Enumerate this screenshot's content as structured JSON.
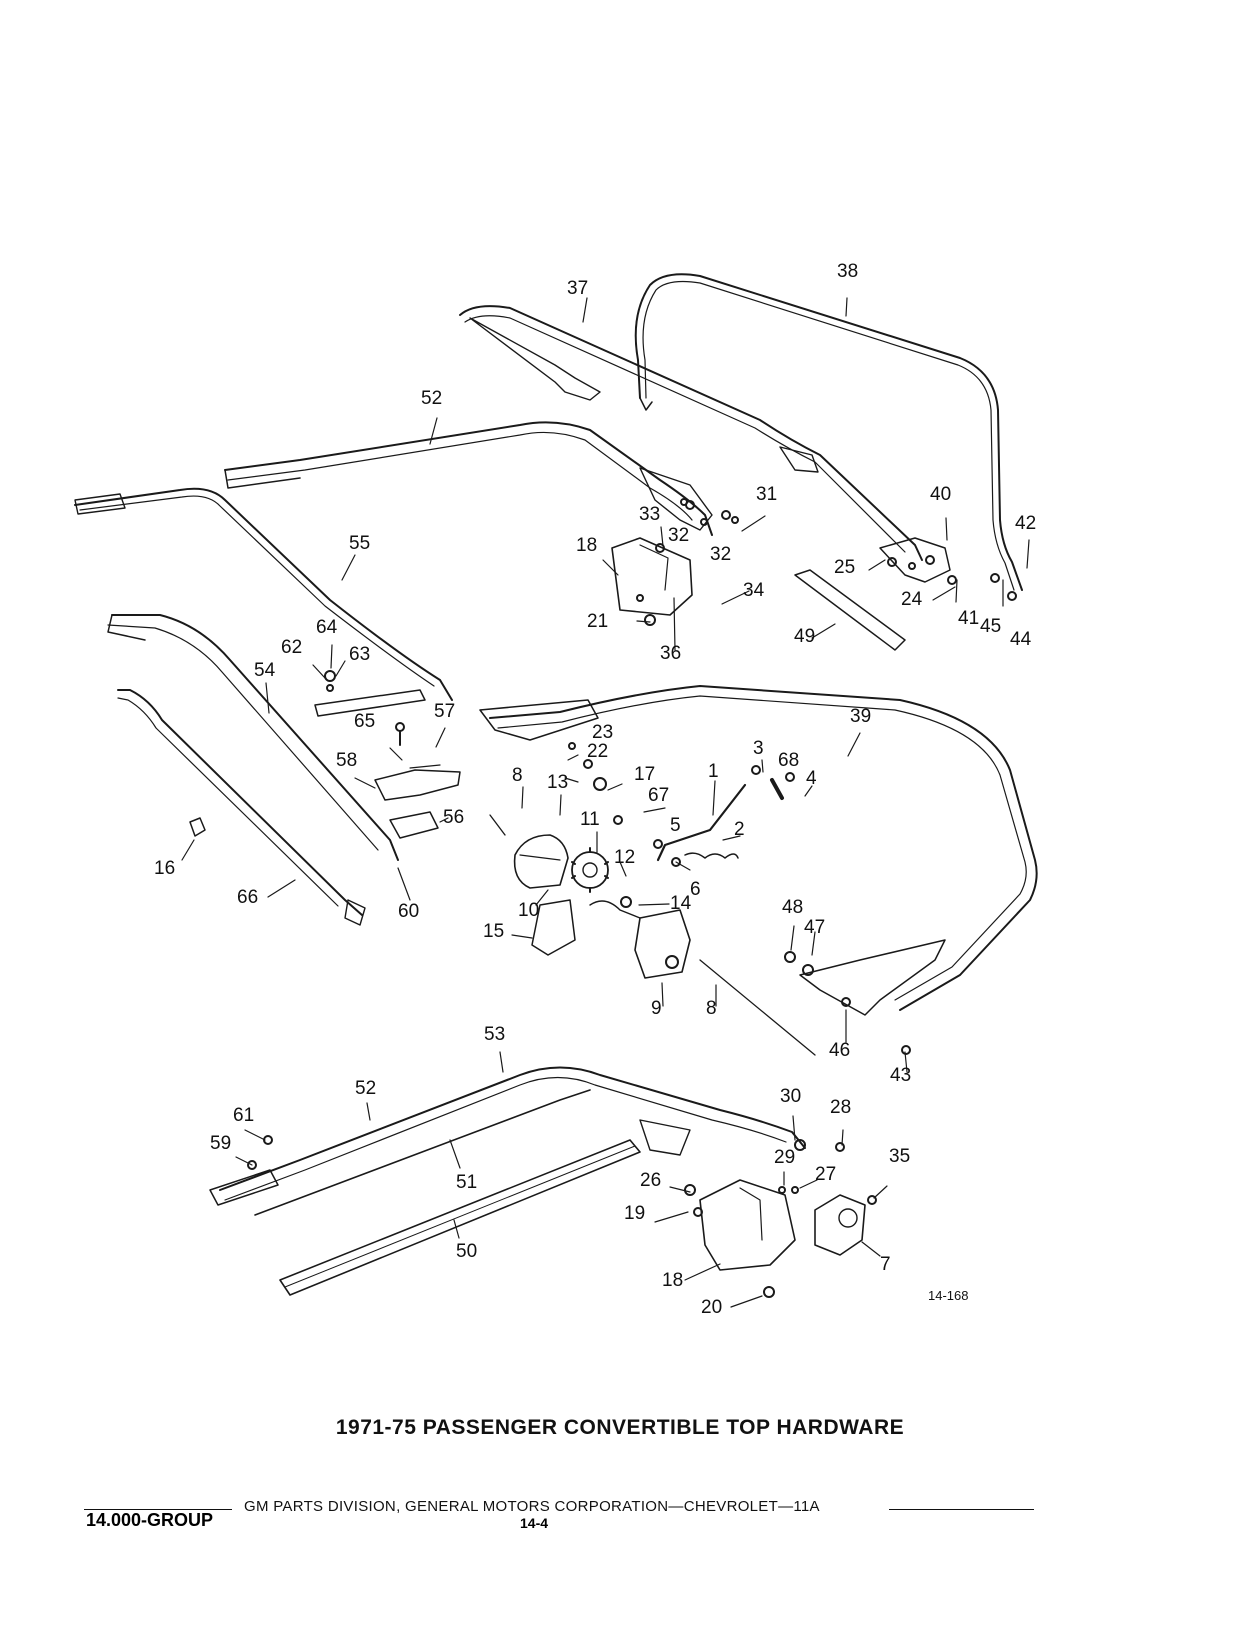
{
  "title": "1971-75 PASSENGER CONVERTIBLE TOP HARDWARE",
  "figure_number": "14-168",
  "footer": {
    "division": "GM PARTS DIVISION, GENERAL MOTORS CORPORATION—CHEVROLET—11A",
    "group": "14.000-GROUP",
    "page": "14-4"
  },
  "callouts": [
    {
      "text": "37"
    },
    {
      "text": "38"
    },
    {
      "text": "52"
    },
    {
      "text": "31"
    },
    {
      "text": "33"
    },
    {
      "text": "32"
    },
    {
      "text": "32"
    },
    {
      "text": "40"
    },
    {
      "text": "42"
    },
    {
      "text": "18"
    },
    {
      "text": "25"
    },
    {
      "text": "34"
    },
    {
      "text": "24"
    },
    {
      "text": "21"
    },
    {
      "text": "41"
    },
    {
      "text": "45"
    },
    {
      "text": "44"
    },
    {
      "text": "36"
    },
    {
      "text": "49"
    },
    {
      "text": "55"
    },
    {
      "text": "64"
    },
    {
      "text": "62"
    },
    {
      "text": "63"
    },
    {
      "text": "54"
    },
    {
      "text": "39"
    },
    {
      "text": "57"
    },
    {
      "text": "65"
    },
    {
      "text": "23"
    },
    {
      "text": "22"
    },
    {
      "text": "3"
    },
    {
      "text": "68"
    },
    {
      "text": "4"
    },
    {
      "text": "58"
    },
    {
      "text": "8"
    },
    {
      "text": "13"
    },
    {
      "text": "17"
    },
    {
      "text": "1"
    },
    {
      "text": "67"
    },
    {
      "text": "56"
    },
    {
      "text": "11"
    },
    {
      "text": "5"
    },
    {
      "text": "2"
    },
    {
      "text": "16"
    },
    {
      "text": "12"
    },
    {
      "text": "6"
    },
    {
      "text": "66"
    },
    {
      "text": "60"
    },
    {
      "text": "10"
    },
    {
      "text": "14"
    },
    {
      "text": "48"
    },
    {
      "text": "15"
    },
    {
      "text": "47"
    },
    {
      "text": "9"
    },
    {
      "text": "8"
    },
    {
      "text": "46"
    },
    {
      "text": "43"
    },
    {
      "text": "53"
    },
    {
      "text": "52"
    },
    {
      "text": "30"
    },
    {
      "text": "28"
    },
    {
      "text": "61"
    },
    {
      "text": "35"
    },
    {
      "text": "59"
    },
    {
      "text": "29"
    },
    {
      "text": "27"
    },
    {
      "text": "26"
    },
    {
      "text": "51"
    },
    {
      "text": "19"
    },
    {
      "text": "50"
    },
    {
      "text": "7"
    },
    {
      "text": "18"
    },
    {
      "text": "20"
    }
  ]
}
